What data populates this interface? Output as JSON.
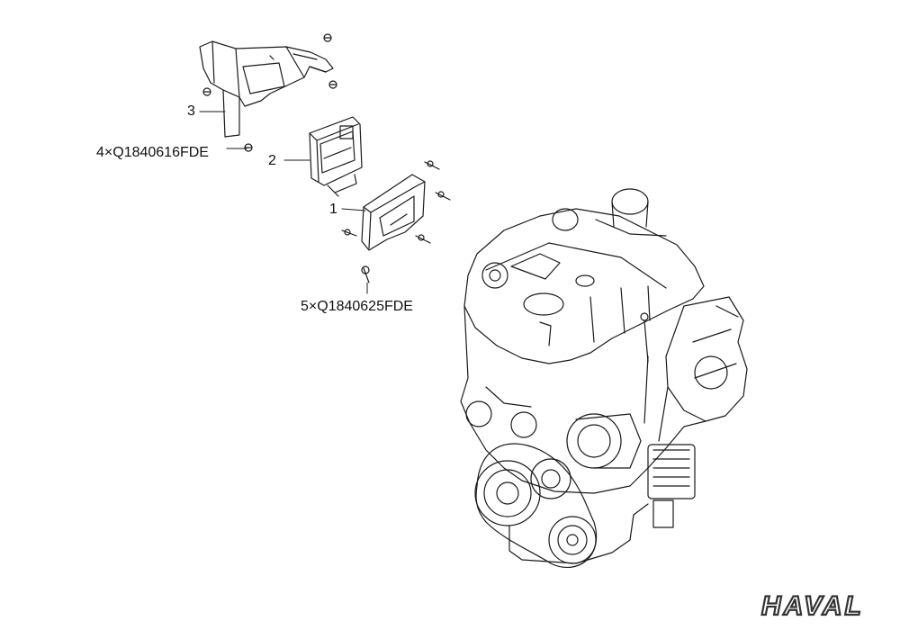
{
  "callouts": [
    {
      "id": "1",
      "label": "1"
    },
    {
      "id": "2",
      "label": "2"
    },
    {
      "id": "3",
      "label": "3"
    }
  ],
  "fasteners": [
    {
      "id": "bolt-q1840616fde",
      "label": "4×Q1840616FDE"
    },
    {
      "id": "bolt-q1840625fde",
      "label": "5×Q1840625FDE"
    }
  ],
  "brand": {
    "logo_text": "HAVAL"
  },
  "colors": {
    "line": "#1a1a1a",
    "background": "#ffffff"
  }
}
